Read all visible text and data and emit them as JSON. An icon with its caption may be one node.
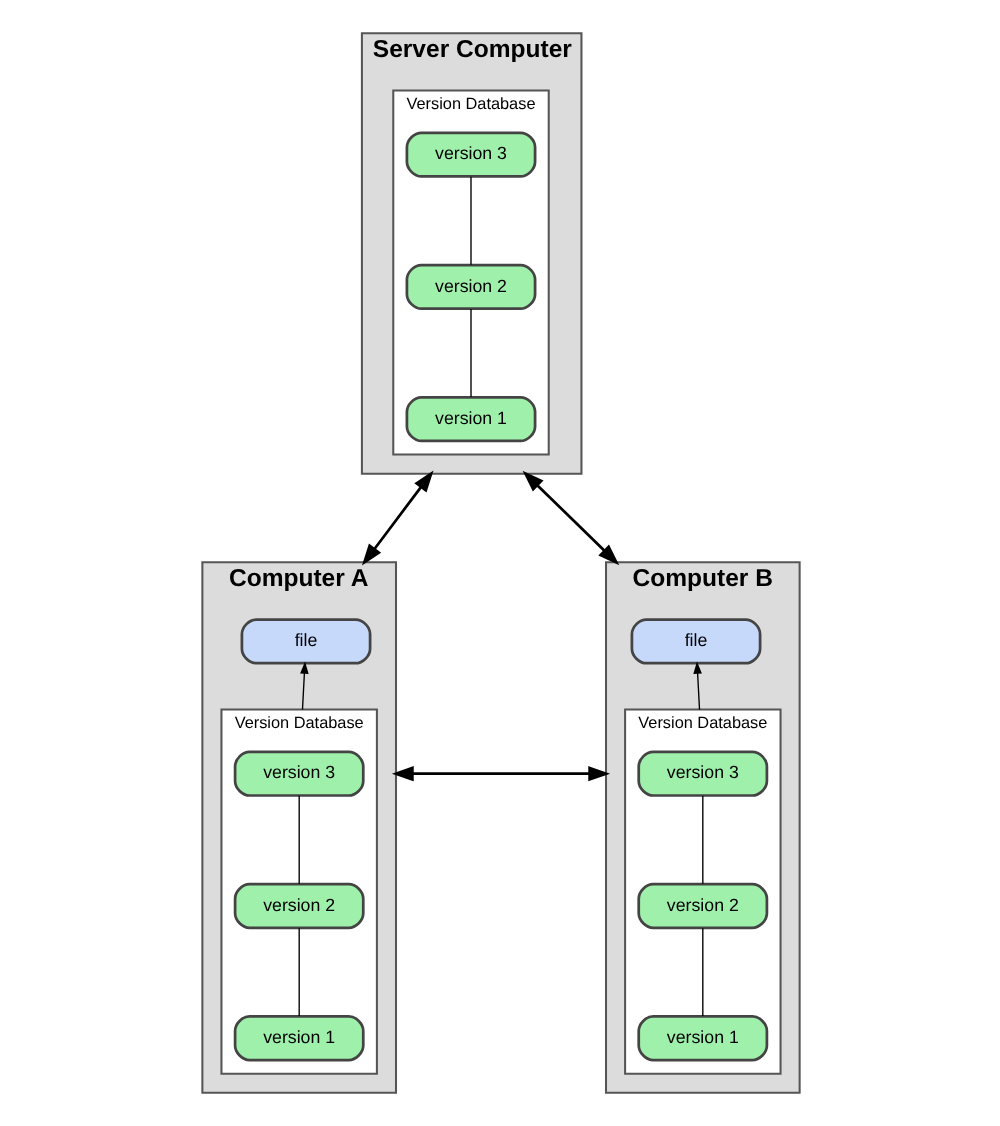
{
  "diagram": {
    "nodes": [
      {
        "text": [
          "Server Computer"
        ]
      },
      {
        "text": [
          "Version Database"
        ],
        "in": 0
      },
      {
        "text": [
          "version 3"
        ],
        "in": 1
      },
      {
        "text": [
          "version 2"
        ],
        "in": 1
      },
      {
        "text": [
          "version 1"
        ],
        "in": 1
      },
      {
        "text": [
          "Computer A"
        ]
      },
      {
        "text": [
          "file"
        ],
        "in": 5
      },
      {
        "text": [
          "Version Database"
        ],
        "in": 5
      },
      {
        "text": [
          "version 3"
        ],
        "in": 7
      },
      {
        "text": [
          "version 2"
        ],
        "in": 7
      },
      {
        "text": [
          "version 1"
        ],
        "in": 7
      },
      {
        "text": [
          "Computer B"
        ]
      },
      {
        "text": [
          "file"
        ],
        "in": 11
      },
      {
        "text": [
          "Version Database"
        ],
        "in": 11
      },
      {
        "text": [
          "version 3"
        ],
        "in": 13
      },
      {
        "text": [
          "version 2"
        ],
        "in": 13
      },
      {
        "text": [
          "version 1"
        ],
        "in": 13
      }
    ],
    "edges": [
      {
        "from": 2,
        "to": 3,
        "arrow": "none"
      },
      {
        "from": 3,
        "to": 4,
        "arrow": "none"
      },
      {
        "from": 7,
        "to": 6,
        "arrow": "to"
      },
      {
        "from": 8,
        "to": 9,
        "arrow": "none"
      },
      {
        "from": 9,
        "to": 10,
        "arrow": "none"
      },
      {
        "from": 13,
        "to": 12,
        "arrow": "to"
      },
      {
        "from": 14,
        "to": 15,
        "arrow": "none"
      },
      {
        "from": 15,
        "to": 16,
        "arrow": "none"
      },
      {
        "from": 0,
        "to": 5,
        "arrow": "both"
      },
      {
        "from": 0,
        "to": 11,
        "arrow": "both"
      },
      {
        "from": 5,
        "to": 11,
        "arrow": "both"
      }
    ]
  }
}
